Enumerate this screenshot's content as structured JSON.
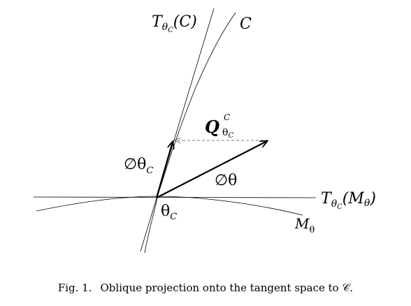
{
  "figure": {
    "labels": {
      "tangent_curve": {
        "main": "T",
        "sub": "θ",
        "subsub": "C",
        "arg": "(C)"
      },
      "curve_C": "C",
      "projection_Q": {
        "main": "Q",
        "sub": "θ",
        "subsub": "C",
        "sup": "C"
      },
      "grad_theta_C": {
        "main": "∅θ",
        "sub": "C"
      },
      "grad_theta": "∅θ",
      "tangent_manifold": {
        "main": "T",
        "sub": "θ",
        "subsub": "C",
        "arg": "(M",
        "argsub": "θ",
        "close": ")"
      },
      "theta_C": {
        "main": "θ",
        "sub": "C"
      },
      "manifold_M": {
        "main": "M",
        "sub": "θ"
      }
    }
  },
  "caption": {
    "label": "Fig. 1.",
    "text": "Oblique projection onto the tangent space to 𝒞."
  }
}
